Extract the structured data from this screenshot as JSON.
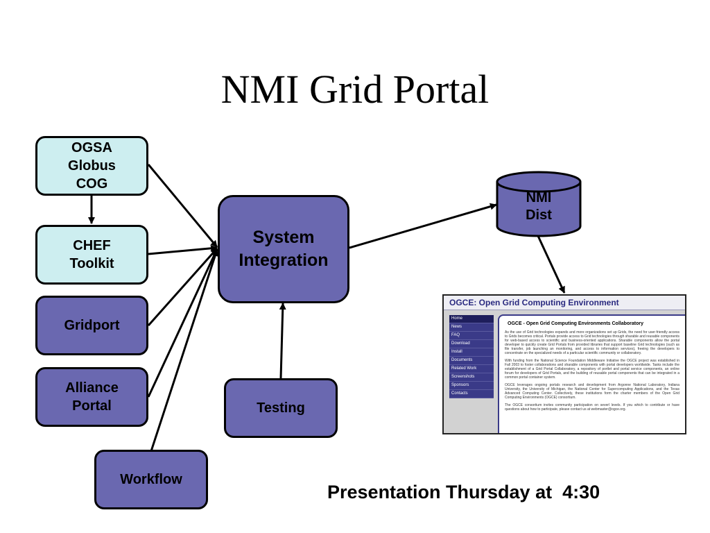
{
  "title": "NMI Grid Portal",
  "nodes": {
    "ogsa": "OGSA\nGlobus\nCOG",
    "chef": "CHEF\nToolkit",
    "gridport": "Gridport",
    "alliance": "Alliance\nPortal",
    "workflow": "Workflow",
    "system": "System\nIntegration",
    "testing": "Testing",
    "nmi_dist": "NMI\nDist"
  },
  "colors": {
    "light_box": "#cdeef0",
    "dark_box": "#6a68b0"
  },
  "screenshot": {
    "header": "OGCE: Open Grid Computing Environment",
    "nav": [
      "Home",
      "News",
      "FAQ",
      "Download",
      "Install",
      "Documents",
      "Related Work",
      "Screenshots",
      "Sponsors",
      "Contacts"
    ],
    "heading": "OGCE - Open Grid Computing Environments Collaboratory",
    "p1": "As the use of Grid technologies expands and more organizations set up Grids, the need for user-friendly access to Grids becomes critical. Portals provide access to Grid technologies through sharable and reusable components for web-based access to scientific and business-oriented applications. Sharable components allow the portal developer to quickly create Grid Portals from provided libraries that support baseline Grid technologies (such as file transfer, job launching an monitoring, and access to information services), freeing the developers to concentrate on the specialized needs of a particular scientific community or collaboratory.",
    "p2": "With funding from the National Science Foundation Middleware Initiative the OGCE project was established in Fall 2003 to foster collaborations and sharable components with portal developers worldwide. Tasks include the establishment of a Grid Portal Collaboratory, a repository of portlet and portal service components, an online forum for developers of Grid Portals, and the building of reusable portal components that can be integrated in a common portal container system.",
    "p3": "OGCE leverages ongoing portals research and development from Argonne National Laboratory, Indiana University, the University of Michigan, the National Center for Supercomputing Applications, and the Texas Advanced Computing Center. Collectively, these institutions form the charter members of the Open Grid Computing Environments (OGCE) consortium.",
    "p4": "The OGCE consortium invites community participation on severl levels. If you which to contribute or have questions about how to participate, please contact us at webmaster@ogce.org."
  },
  "footer": "Presentation Thursday at  4:30"
}
